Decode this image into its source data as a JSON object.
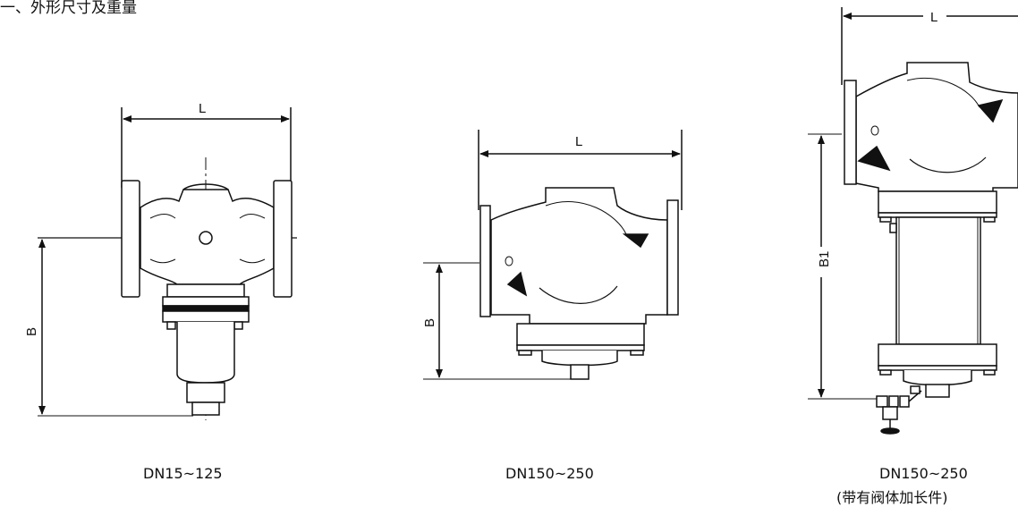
{
  "heading": "一、外形尺寸及重量",
  "drawings": [
    {
      "dim_horizontal": "L",
      "dim_vertical": "B",
      "caption": "DN15~125"
    },
    {
      "dim_horizontal": "L",
      "dim_vertical": "B",
      "caption": "DN150~250"
    },
    {
      "dim_horizontal": "L",
      "dim_vertical": "B1",
      "caption": "DN150~250",
      "caption_note": "(带有阀体加长件)"
    }
  ]
}
